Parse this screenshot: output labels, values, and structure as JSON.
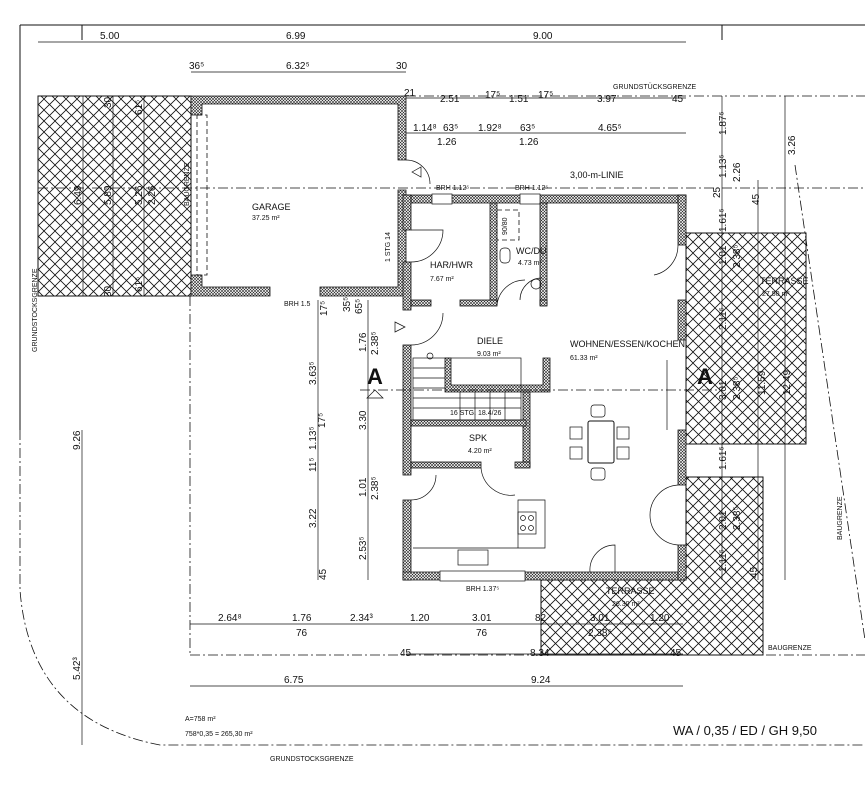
{
  "title_block": {
    "zoning": "WA / 0,35 / ED / GH 9,50",
    "plot_area": "A=758 m²",
    "grz_calc": "758*0,35 = 265,30 m²"
  },
  "boundaries": {
    "plot_top": "GRUNDSTÜCKSGRENZE",
    "plot_left": "GRUNDSTOCKSGRENZE",
    "plot_bottom": "GRUNDSTOCKSGRENZE",
    "build_garage": "BAUGRENZE",
    "build_right": "BAUGRENZE",
    "build_bottom": "BAUGRENZE",
    "line_3m": "3,00-m-LINIE"
  },
  "rooms": {
    "garage": {
      "name": "GARAGE",
      "area": "37.25 m²"
    },
    "har_hwr": {
      "name": "HAR/HWR",
      "area": "7.67 m²"
    },
    "wc_du": {
      "name": "WC/DU",
      "area": "4.73 m²"
    },
    "diele": {
      "name": "DIELE",
      "area": "9.03 m²"
    },
    "wohnen": {
      "name": "WOHNEN/ESSEN/KOCHEN",
      "area": "61.33 m²"
    },
    "spk": {
      "name": "SPK",
      "area": "4.20 m²"
    },
    "terrasse_east": {
      "name": "TERRASSE",
      "area": "27.50 m²"
    },
    "terrasse_south": {
      "name": "TERRASSE",
      "area": "26.30 m²"
    }
  },
  "annotations": {
    "brh": [
      "BRH 1.12⁵",
      "BRH 1.12⁵",
      "BRH 1.5",
      "BRH 1.37⁵"
    ],
    "stairs": "16 STG. 18.4/26",
    "garage_step": "1 STG 14",
    "shower": "90/80",
    "section": [
      "A",
      "A"
    ]
  },
  "dims": {
    "top_overall": [
      "5.00",
      "6.99",
      "9.00"
    ],
    "top_garage": [
      "36⁵",
      "6.32⁵",
      "30"
    ],
    "top_house_1": [
      "21",
      "2.51",
      "17⁵",
      "1.51",
      "17⁵",
      "3.97",
      "45"
    ],
    "top_house_2": [
      "1.14⁸",
      "63⁵",
      "1.92⁸",
      "63⁵",
      "4.65⁵",
      "1.26",
      "1.26"
    ],
    "garage_depth": [
      "6.49",
      "5.89",
      "5.26",
      "2.26",
      "30",
      "61⁵",
      "30",
      "61⁵"
    ],
    "left_outer": [
      "17⁵",
      "3.63⁵",
      "1.13⁵",
      "17⁵",
      "11⁵",
      "3.22",
      "45"
    ],
    "left_inner": [
      "35⁵",
      "65⁵",
      "1.76",
      "2.38⁵",
      "3.30",
      "1.01",
      "2.38⁵",
      "2.53⁵"
    ],
    "left_plot": [
      "9.26",
      "5.42³"
    ],
    "right_inner": [
      "1.87⁵",
      "1.13⁵",
      "25",
      "1.61⁵",
      "1.01",
      "2.11⁵",
      "3.01",
      "1.61⁵",
      "2.01",
      "1.11⁵"
    ],
    "right_inner2": [
      "2.26",
      "2.38⁵",
      "2.38⁵",
      "2.38⁵"
    ],
    "right_outer": [
      "45",
      "11.59",
      "12.49",
      "3.26",
      "45"
    ],
    "bottom_1": [
      "2.64⁸",
      "1.76",
      "76",
      "2.34³",
      "1.20",
      "3.01",
      "76",
      "82",
      "3.01",
      "2.38⁵",
      "1.20"
    ],
    "bottom_2": [
      "45",
      "8.34",
      "45"
    ],
    "bottom_3": [
      "6.75",
      "9.24"
    ]
  }
}
